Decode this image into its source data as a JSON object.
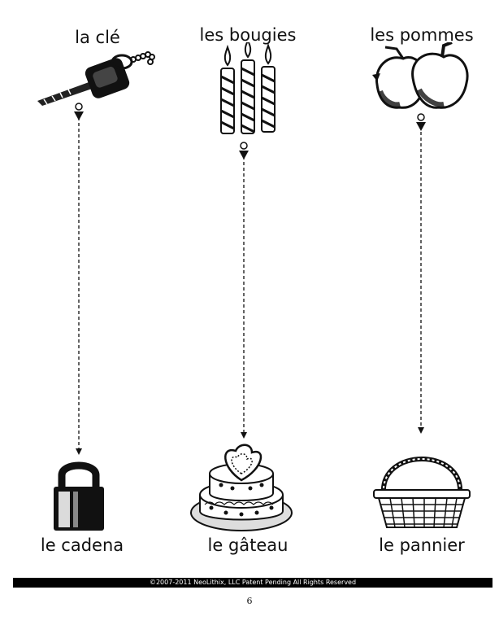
{
  "worksheet": {
    "columns": [
      {
        "top_word": "la clé",
        "top_icon": "key-icon",
        "bottom_word": "le cadena",
        "bottom_icon": "padlock-icon"
      },
      {
        "top_word": "les bougies",
        "top_icon": "candles-icon",
        "bottom_word": "le gâteau",
        "bottom_icon": "cake-icon"
      },
      {
        "top_word": "les pommes",
        "top_icon": "apples-icon",
        "bottom_word": "le pannier",
        "bottom_icon": "basket-icon"
      }
    ]
  },
  "footer": {
    "copyright": "©2007-2011  NeoLithix, LLC  Patent Pending  All Rights Reserved",
    "page_number": "6"
  }
}
